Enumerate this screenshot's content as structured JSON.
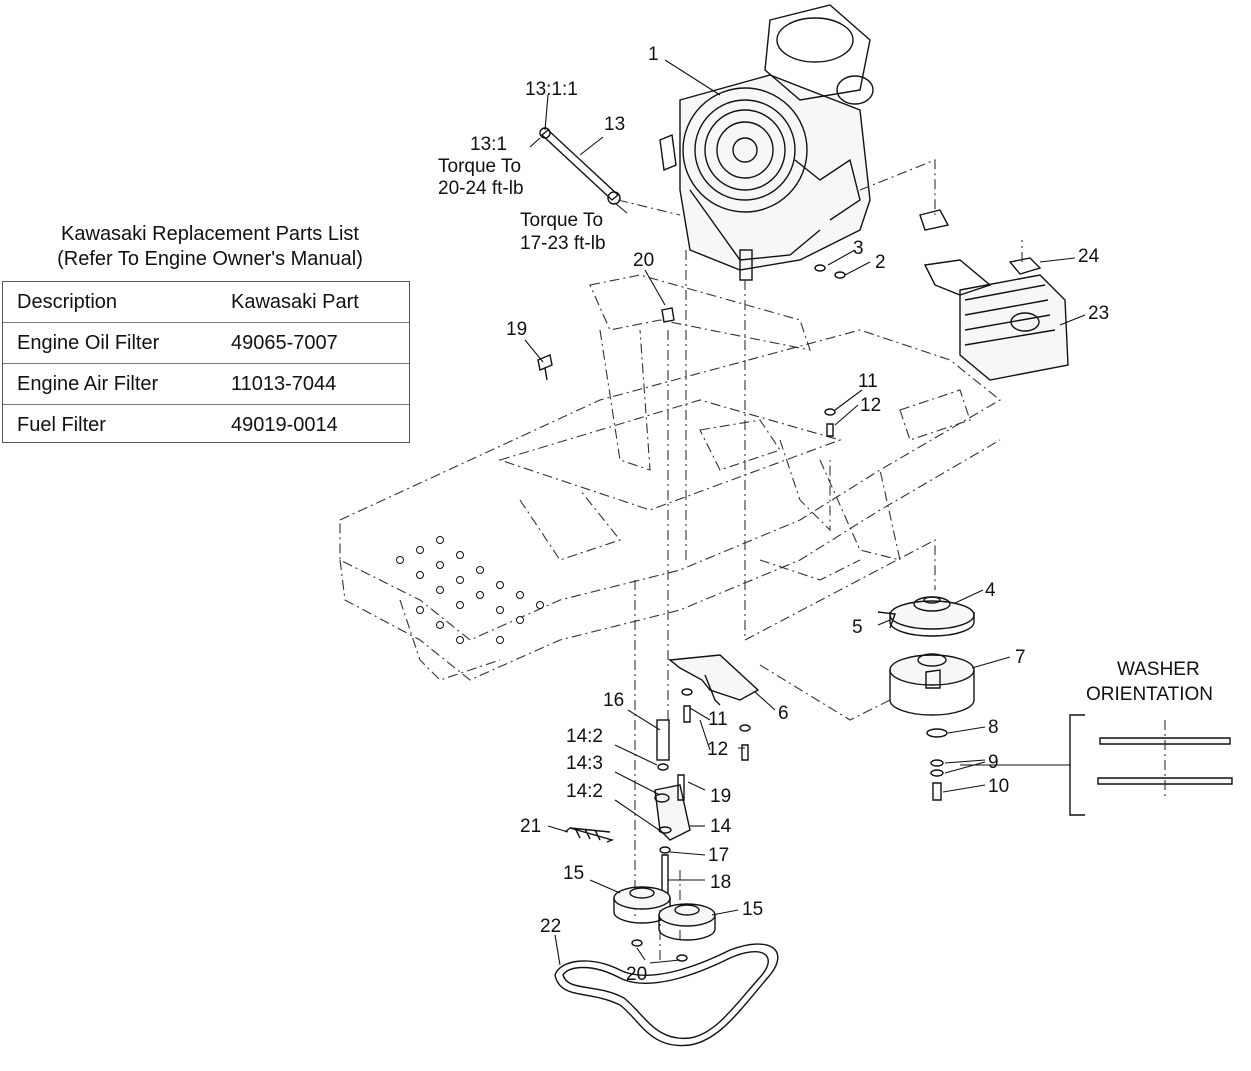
{
  "parts_table": {
    "title_line1": "Kawasaki Replacement Parts List",
    "title_line2": "(Refer To Engine Owner's Manual)",
    "headers": [
      "Description",
      "Kawasaki Part"
    ],
    "rows": [
      [
        "Engine Oil Filter",
        "49065-7007"
      ],
      [
        "Engine Air Filter",
        "11013-7044"
      ],
      [
        "Fuel Filter",
        "49019-0014"
      ]
    ]
  },
  "callouts": {
    "c1": "1",
    "c2": "2",
    "c3": "3",
    "c4": "4",
    "c5": "5",
    "c6": "6",
    "c7": "7",
    "c8": "8",
    "c9": "9",
    "c10": "10",
    "c11a": "11",
    "c11b": "11",
    "c12a": "12",
    "c12b": "12",
    "c13": "13",
    "c13_1": "13:1",
    "c13_1_1": "13:1:1",
    "c14": "14",
    "c14_2a": "14:2",
    "c14_2b": "14:2",
    "c14_3": "14:3",
    "c15a": "15",
    "c15b": "15",
    "c16": "16",
    "c17": "17",
    "c18": "18",
    "c19a": "19",
    "c19b": "19",
    "c20a": "20",
    "c20b": "20",
    "c21": "21",
    "c22": "22",
    "c23": "23",
    "c24": "24"
  },
  "notes": {
    "torque_a1": "Torque To",
    "torque_a2": "20-24 ft-lb",
    "torque_b1": "Torque To",
    "torque_b2": "17-23 ft-lb",
    "washer1": "WASHER",
    "washer2": "ORIENTATION"
  }
}
